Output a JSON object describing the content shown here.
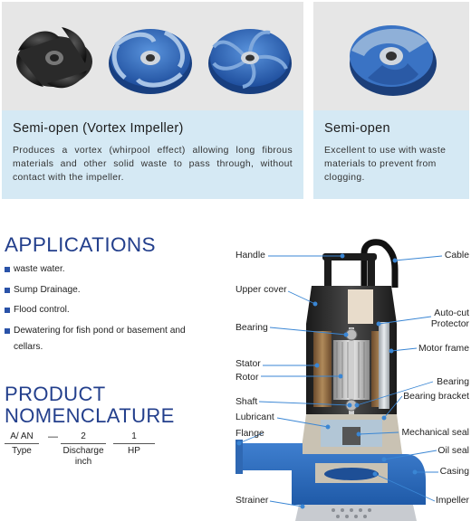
{
  "cards": [
    {
      "title": "Semi-open (Vortex Impeller)",
      "description": "Produces a vortex (whirpool effect) allowing long fibrous materials and other solid waste to pass through, without contact with the impeller."
    },
    {
      "title": "Semi-open",
      "description": "Excellent to use with waste materials to prevent from clogging."
    }
  ],
  "applications": {
    "heading": "APPLICATIONS",
    "items": [
      "waste water.",
      "Sump Drainage.",
      "Flood control.",
      "Dewatering for fish pond or basement and cellars."
    ]
  },
  "nomenclature": {
    "heading_line1": "PRODUCT",
    "heading_line2": "NOMENCLATURE",
    "parts": [
      {
        "value": "A/ AN",
        "label": "Type"
      },
      {
        "value": "2",
        "label": "Discharge inch"
      },
      {
        "value": "1",
        "label": "HP"
      }
    ],
    "separator": "—"
  },
  "diagram": {
    "labels_left": [
      "Handle",
      "Upper cover",
      "Bearing",
      "Stator",
      "Rotor",
      "Shaft",
      "Lubricant",
      "Flange",
      "Strainer"
    ],
    "labels_right": [
      "Cable",
      "Auto-cut Protector",
      "Motor frame",
      "Bearing",
      "Bearing bracket",
      "Mechanical seal",
      "Oil seal",
      "Casing",
      "Impeller"
    ]
  },
  "colors": {
    "heading_blue": "#233f8c",
    "card_body": "#d5e9f4",
    "photo_bg": "#e6e6e6",
    "impeller_blue": "#2e6ec0",
    "bullet_blue": "#2a52a8"
  }
}
